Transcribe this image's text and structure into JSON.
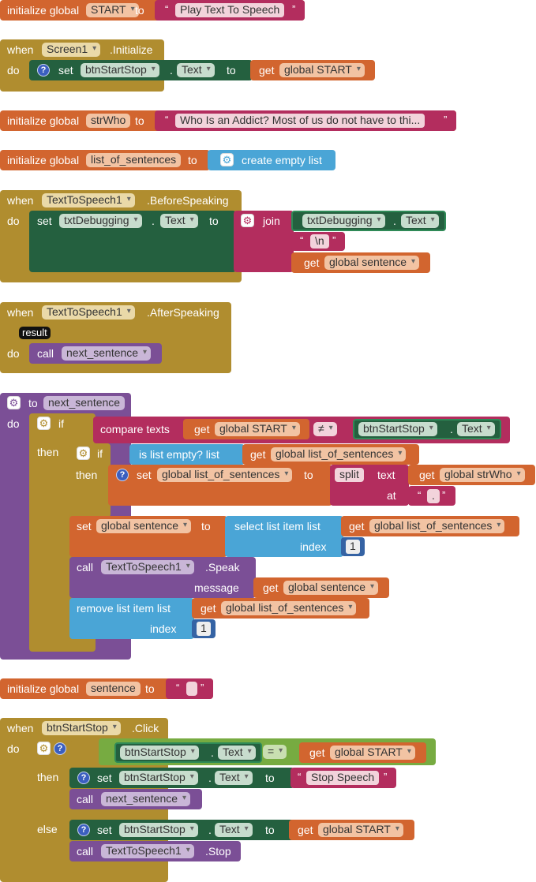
{
  "blocks": {
    "init_start": {
      "kw": "initialize global",
      "name": "START",
      "to": "to",
      "value": "Play Text To Speech"
    },
    "screen_init": {
      "when": "when",
      "component": "Screen1",
      "event": ".Initialize",
      "do": "do",
      "set": "set",
      "target": "btnStartStop",
      "dot": ".",
      "prop": "Text",
      "to": "to",
      "get": "get",
      "var": "global START"
    },
    "init_who": {
      "kw": "initialize global",
      "name": "strWho",
      "to": "to",
      "value": "Who Is an Addict?  Most of us do not have to thi..."
    },
    "init_list": {
      "kw": "initialize global",
      "name": "list_of_sentences",
      "to": "to",
      "value": "create empty list"
    },
    "before_speaking": {
      "when": "when",
      "component": "TextToSpeech1",
      "event": ".BeforeSpeaking",
      "do": "do",
      "set": "set",
      "target": "txtDebugging",
      "dot": ".",
      "prop": "Text",
      "to": "to",
      "join": "join",
      "join_target": "txtDebugging",
      "join_prop": "Text",
      "newline": "\\n",
      "get": "get",
      "var": "global sentence"
    },
    "after_speaking": {
      "when": "when",
      "component": "TextToSpeech1",
      "event": ".AfterSpeaking",
      "param": "result",
      "do": "do",
      "call": "call",
      "proc": "next_sentence"
    },
    "proc_next": {
      "to": "to",
      "name": "next_sentence",
      "do": "do",
      "if": "if",
      "then": "then",
      "compare": "compare texts",
      "get": "get",
      "var_start": "global START",
      "op": "≠",
      "target": "btnStartStop",
      "prop": "Text",
      "if2": "if",
      "list_empty": "is list empty?  list",
      "var_list": "global list_of_sentences",
      "then2": "then",
      "set": "set",
      "var_list2": "global list_of_sentences",
      "to2": "to",
      "split": "split",
      "text": "text",
      "var_who": "global strWho",
      "at": "at",
      "at_value": ".",
      "set_sentence": "set",
      "var_sentence": "global sentence",
      "to3": "to",
      "select": "select list item  list",
      "index": "index",
      "index_value": "1",
      "call": "call",
      "tts": "TextToSpeech1",
      "speak": ".Speak",
      "message": "message",
      "remove": "remove list item  list",
      "index2": "index",
      "index_value2": "1"
    },
    "init_sentence": {
      "kw": "initialize global",
      "name": "sentence",
      "to": "to",
      "value": ""
    },
    "btn_click": {
      "when": "when",
      "component": "btnStartStop",
      "event": ".Click",
      "do": "do",
      "if": "if",
      "target": "btnStartStop",
      "prop": "Text",
      "op": "=",
      "get": "get",
      "var": "global START",
      "then": "then",
      "set": "set",
      "to": "to",
      "stop_text": "Stop Speech",
      "call": "call",
      "proc": "next_sentence",
      "else": "else",
      "tts": "TextToSpeech1",
      "stop": ".Stop"
    }
  },
  "colors": {
    "variables": "#d2652f",
    "text": "#b32d5e",
    "lists": "#4aa5d6",
    "events": "#b08d2f",
    "components": "#24603f",
    "procedures": "#7b4f96",
    "math": "#3563a4",
    "logic": "#77ab41"
  },
  "icons": {
    "mutator": "gear-icon",
    "help": "help-icon"
  }
}
